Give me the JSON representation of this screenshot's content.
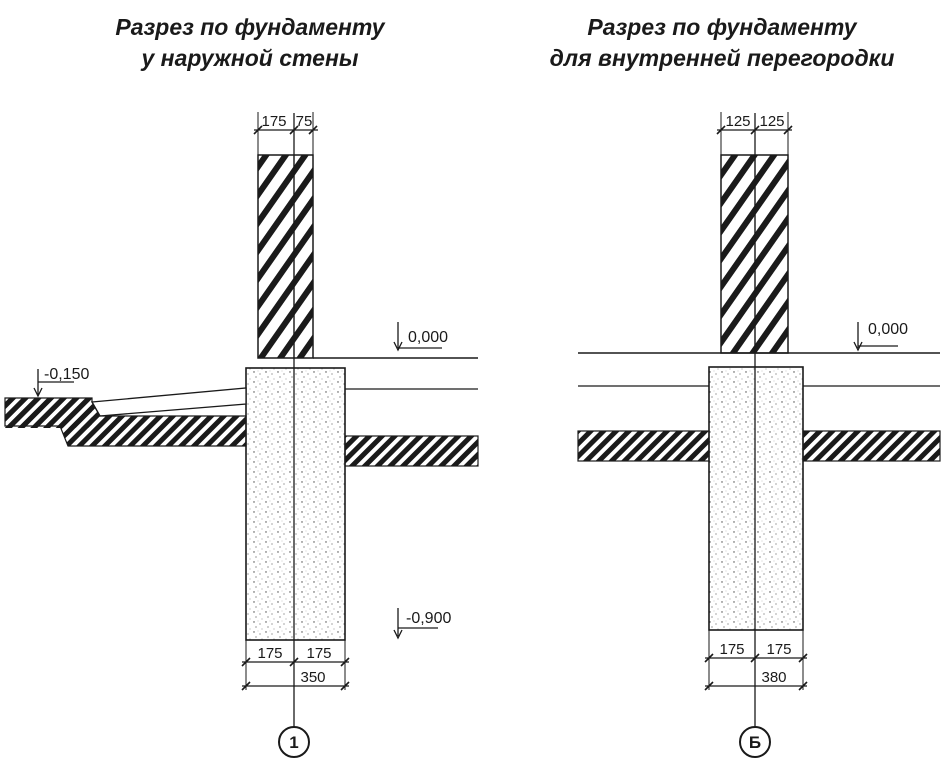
{
  "titles": {
    "left_line1": "Разрез по фундаменту",
    "left_line2": "у наружной стены",
    "right_line1": "Разрез по фундаменту",
    "right_line2": "для внутренней перегородки"
  },
  "left_section": {
    "wall_dims": [
      "175",
      "75"
    ],
    "level_floor": "0,000",
    "level_ground": "-0,150",
    "level_base": "-0,900",
    "footing_dims": [
      "175",
      "175"
    ],
    "footing_total": "350",
    "axis_label": "1"
  },
  "right_section": {
    "wall_dims": [
      "125",
      "125"
    ],
    "level_floor": "0,000",
    "footing_dims": [
      "175",
      "175"
    ],
    "footing_total": "380",
    "axis_label": "Б"
  }
}
